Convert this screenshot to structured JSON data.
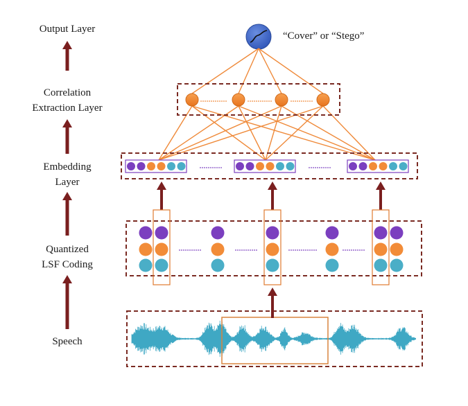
{
  "layers": {
    "output": "Output Layer",
    "correlation": [
      "Correlation",
      "Extraction Layer"
    ],
    "embedding": [
      "Embedding",
      "Layer"
    ],
    "quantized": [
      "Quantized",
      "LSF Coding"
    ],
    "speech": "Speech"
  },
  "output_label": "“Cover” or “Stego”",
  "colors": {
    "purple": "#7b3fbf",
    "orange": "#f28c38",
    "teal": "#4aaec7",
    "dark_red": "#7a1f1f",
    "box_dash": "#7a2a22",
    "edge": "#ef8a3a",
    "output_node": "#3f66c9",
    "wave": "#3fa8c4",
    "highlight": "#e07a30",
    "embed_box": "#7b3fbf"
  }
}
